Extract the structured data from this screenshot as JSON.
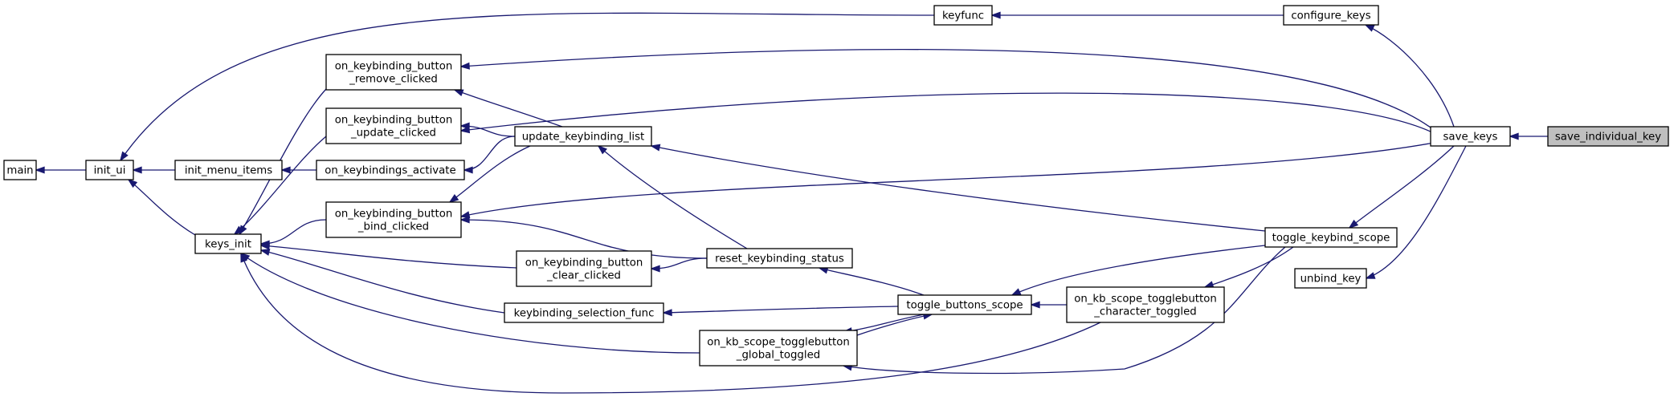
{
  "diagram": {
    "focus_node": "save_individual_key",
    "nodes": [
      {
        "id": "main",
        "lines": [
          "main"
        ]
      },
      {
        "id": "init_ui",
        "lines": [
          "init_ui"
        ]
      },
      {
        "id": "init_menu_items",
        "lines": [
          "init_menu_items"
        ]
      },
      {
        "id": "keys_init",
        "lines": [
          "keys_init"
        ]
      },
      {
        "id": "remove_clicked",
        "lines": [
          "on_keybinding_button",
          "_remove_clicked"
        ]
      },
      {
        "id": "update_clicked",
        "lines": [
          "on_keybinding_button",
          "_update_clicked"
        ]
      },
      {
        "id": "keybindings_activate",
        "lines": [
          "on_keybindings_activate"
        ]
      },
      {
        "id": "bind_clicked",
        "lines": [
          "on_keybinding_button",
          "_bind_clicked"
        ]
      },
      {
        "id": "clear_clicked",
        "lines": [
          "on_keybinding_button",
          "_clear_clicked"
        ]
      },
      {
        "id": "keybinding_selection_func",
        "lines": [
          "keybinding_selection_func"
        ]
      },
      {
        "id": "global_toggled",
        "lines": [
          "on_kb_scope_togglebutton",
          "_global_toggled"
        ]
      },
      {
        "id": "update_keybinding_list",
        "lines": [
          "update_keybinding_list"
        ]
      },
      {
        "id": "reset_keybinding_status",
        "lines": [
          "reset_keybinding_status"
        ]
      },
      {
        "id": "toggle_buttons_scope",
        "lines": [
          "toggle_buttons_scope"
        ]
      },
      {
        "id": "keyfunc",
        "lines": [
          "keyfunc"
        ]
      },
      {
        "id": "character_toggled",
        "lines": [
          "on_kb_scope_togglebutton",
          "_character_toggled"
        ]
      },
      {
        "id": "configure_keys",
        "lines": [
          "configure_keys"
        ]
      },
      {
        "id": "toggle_keybind_scope",
        "lines": [
          "toggle_keybind_scope"
        ]
      },
      {
        "id": "unbind_key",
        "lines": [
          "unbind_key"
        ]
      },
      {
        "id": "save_keys",
        "lines": [
          "save_keys"
        ]
      },
      {
        "id": "save_individual_key",
        "lines": [
          "save_individual_key"
        ]
      }
    ],
    "edges": [
      {
        "from": "init_ui",
        "to": "main"
      },
      {
        "from": "init_menu_items",
        "to": "init_ui"
      },
      {
        "from": "keys_init",
        "to": "init_ui"
      },
      {
        "from": "keyfunc",
        "to": "init_ui"
      },
      {
        "from": "keybindings_activate",
        "to": "init_menu_items"
      },
      {
        "from": "remove_clicked",
        "to": "keys_init"
      },
      {
        "from": "update_clicked",
        "to": "keys_init"
      },
      {
        "from": "bind_clicked",
        "to": "keys_init"
      },
      {
        "from": "clear_clicked",
        "to": "keys_init"
      },
      {
        "from": "keybinding_selection_func",
        "to": "keys_init"
      },
      {
        "from": "global_toggled",
        "to": "keys_init"
      },
      {
        "from": "character_toggled",
        "to": "keys_init"
      },
      {
        "from": "update_keybinding_list",
        "to": "remove_clicked"
      },
      {
        "from": "update_keybinding_list",
        "to": "update_clicked"
      },
      {
        "from": "update_keybinding_list",
        "to": "keybindings_activate"
      },
      {
        "from": "update_keybinding_list",
        "to": "bind_clicked"
      },
      {
        "from": "reset_keybinding_status",
        "to": "bind_clicked"
      },
      {
        "from": "reset_keybinding_status",
        "to": "clear_clicked"
      },
      {
        "from": "reset_keybinding_status",
        "to": "update_keybinding_list"
      },
      {
        "from": "toggle_buttons_scope",
        "to": "reset_keybinding_status"
      },
      {
        "from": "toggle_buttons_scope",
        "to": "keybinding_selection_func"
      },
      {
        "from": "toggle_buttons_scope",
        "to": "global_toggled"
      },
      {
        "from": "global_toggled",
        "to": "toggle_buttons_scope"
      },
      {
        "from": "character_toggled",
        "to": "toggle_buttons_scope"
      },
      {
        "from": "toggle_keybind_scope",
        "to": "toggle_buttons_scope"
      },
      {
        "from": "toggle_keybind_scope",
        "to": "update_keybinding_list"
      },
      {
        "from": "toggle_keybind_scope",
        "to": "character_toggled"
      },
      {
        "from": "toggle_keybind_scope",
        "to": "global_toggled"
      },
      {
        "from": "configure_keys",
        "to": "keyfunc"
      },
      {
        "from": "save_keys",
        "to": "configure_keys"
      },
      {
        "from": "save_keys",
        "to": "remove_clicked"
      },
      {
        "from": "save_keys",
        "to": "update_clicked"
      },
      {
        "from": "save_keys",
        "to": "bind_clicked"
      },
      {
        "from": "save_keys",
        "to": "toggle_keybind_scope"
      },
      {
        "from": "save_keys",
        "to": "unbind_key"
      },
      {
        "from": "save_individual_key",
        "to": "save_keys"
      }
    ]
  }
}
